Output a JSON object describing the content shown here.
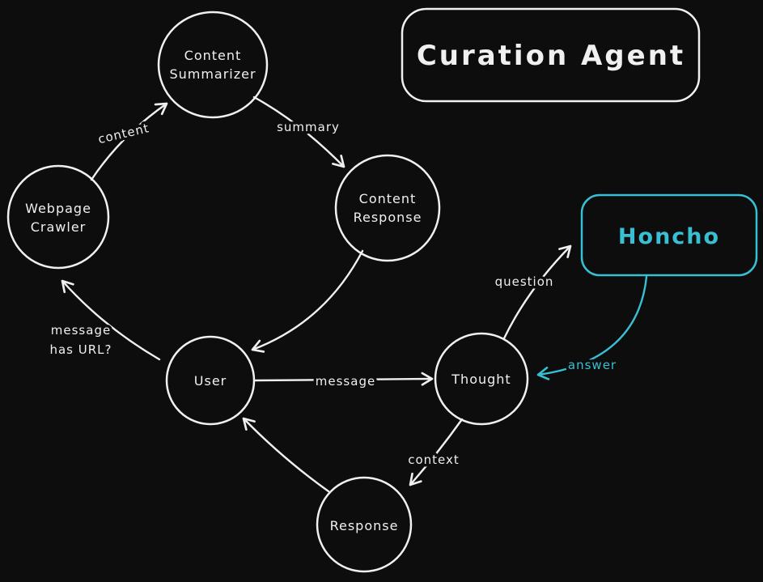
{
  "diagram": {
    "title": "Curation Agent",
    "nodes": {
      "content_summarizer": {
        "line1": "Content",
        "line2": "Summarizer"
      },
      "webpage_crawler": {
        "line1": "Webpage",
        "line2": "Crawler"
      },
      "content_response": {
        "line1": "Content",
        "line2": "Response"
      },
      "honcho": {
        "label": "Honcho"
      },
      "user": {
        "label": "User"
      },
      "thought": {
        "label": "Thought"
      },
      "response": {
        "label": "Response"
      }
    },
    "edge_labels": {
      "content": "content",
      "summary": "summary",
      "message_has_url_line1": "message",
      "message_has_url_line2": "has URL?",
      "message": "message",
      "question": "question",
      "answer": "answer",
      "context": "context"
    },
    "colors": {
      "background": "#0d0d0d",
      "stroke": "#f0f0f0",
      "accent": "#39bfd3"
    }
  }
}
